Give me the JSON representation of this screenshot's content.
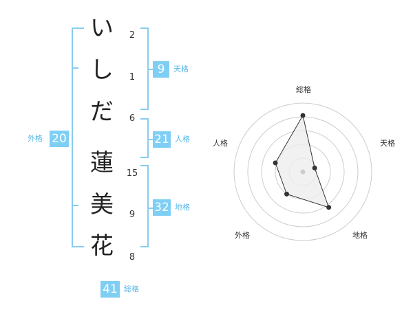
{
  "name_chars": [
    {
      "char": "い",
      "strokes": "2"
    },
    {
      "char": "し",
      "strokes": "1"
    },
    {
      "char": "だ",
      "strokes": "6"
    },
    {
      "char": "蓮",
      "strokes": "15"
    },
    {
      "char": "美",
      "strokes": "9"
    },
    {
      "char": "花",
      "strokes": "8"
    }
  ],
  "fortune": {
    "tenkaku": {
      "value": "9",
      "label": "天格"
    },
    "jinkaku": {
      "value": "21",
      "label": "人格"
    },
    "chikaku": {
      "value": "32",
      "label": "地格"
    },
    "gaikaku": {
      "value": "20",
      "label": "外格"
    },
    "soukaku": {
      "value": "41",
      "label": "総格"
    }
  },
  "chart_data": {
    "type": "radar",
    "axes": [
      "総格",
      "天格",
      "地格",
      "外格",
      "人格"
    ],
    "values": [
      41,
      9,
      32,
      20,
      21
    ],
    "rmax": 50,
    "rings": 5,
    "colors": {
      "line": "#333333",
      "fill": "#eeeeee",
      "grid": "#cccccc",
      "center": "#cccccc"
    }
  },
  "colors": {
    "accent": "#7fcff5",
    "bracket": "#88ccf0",
    "label": "#55b7e8"
  }
}
